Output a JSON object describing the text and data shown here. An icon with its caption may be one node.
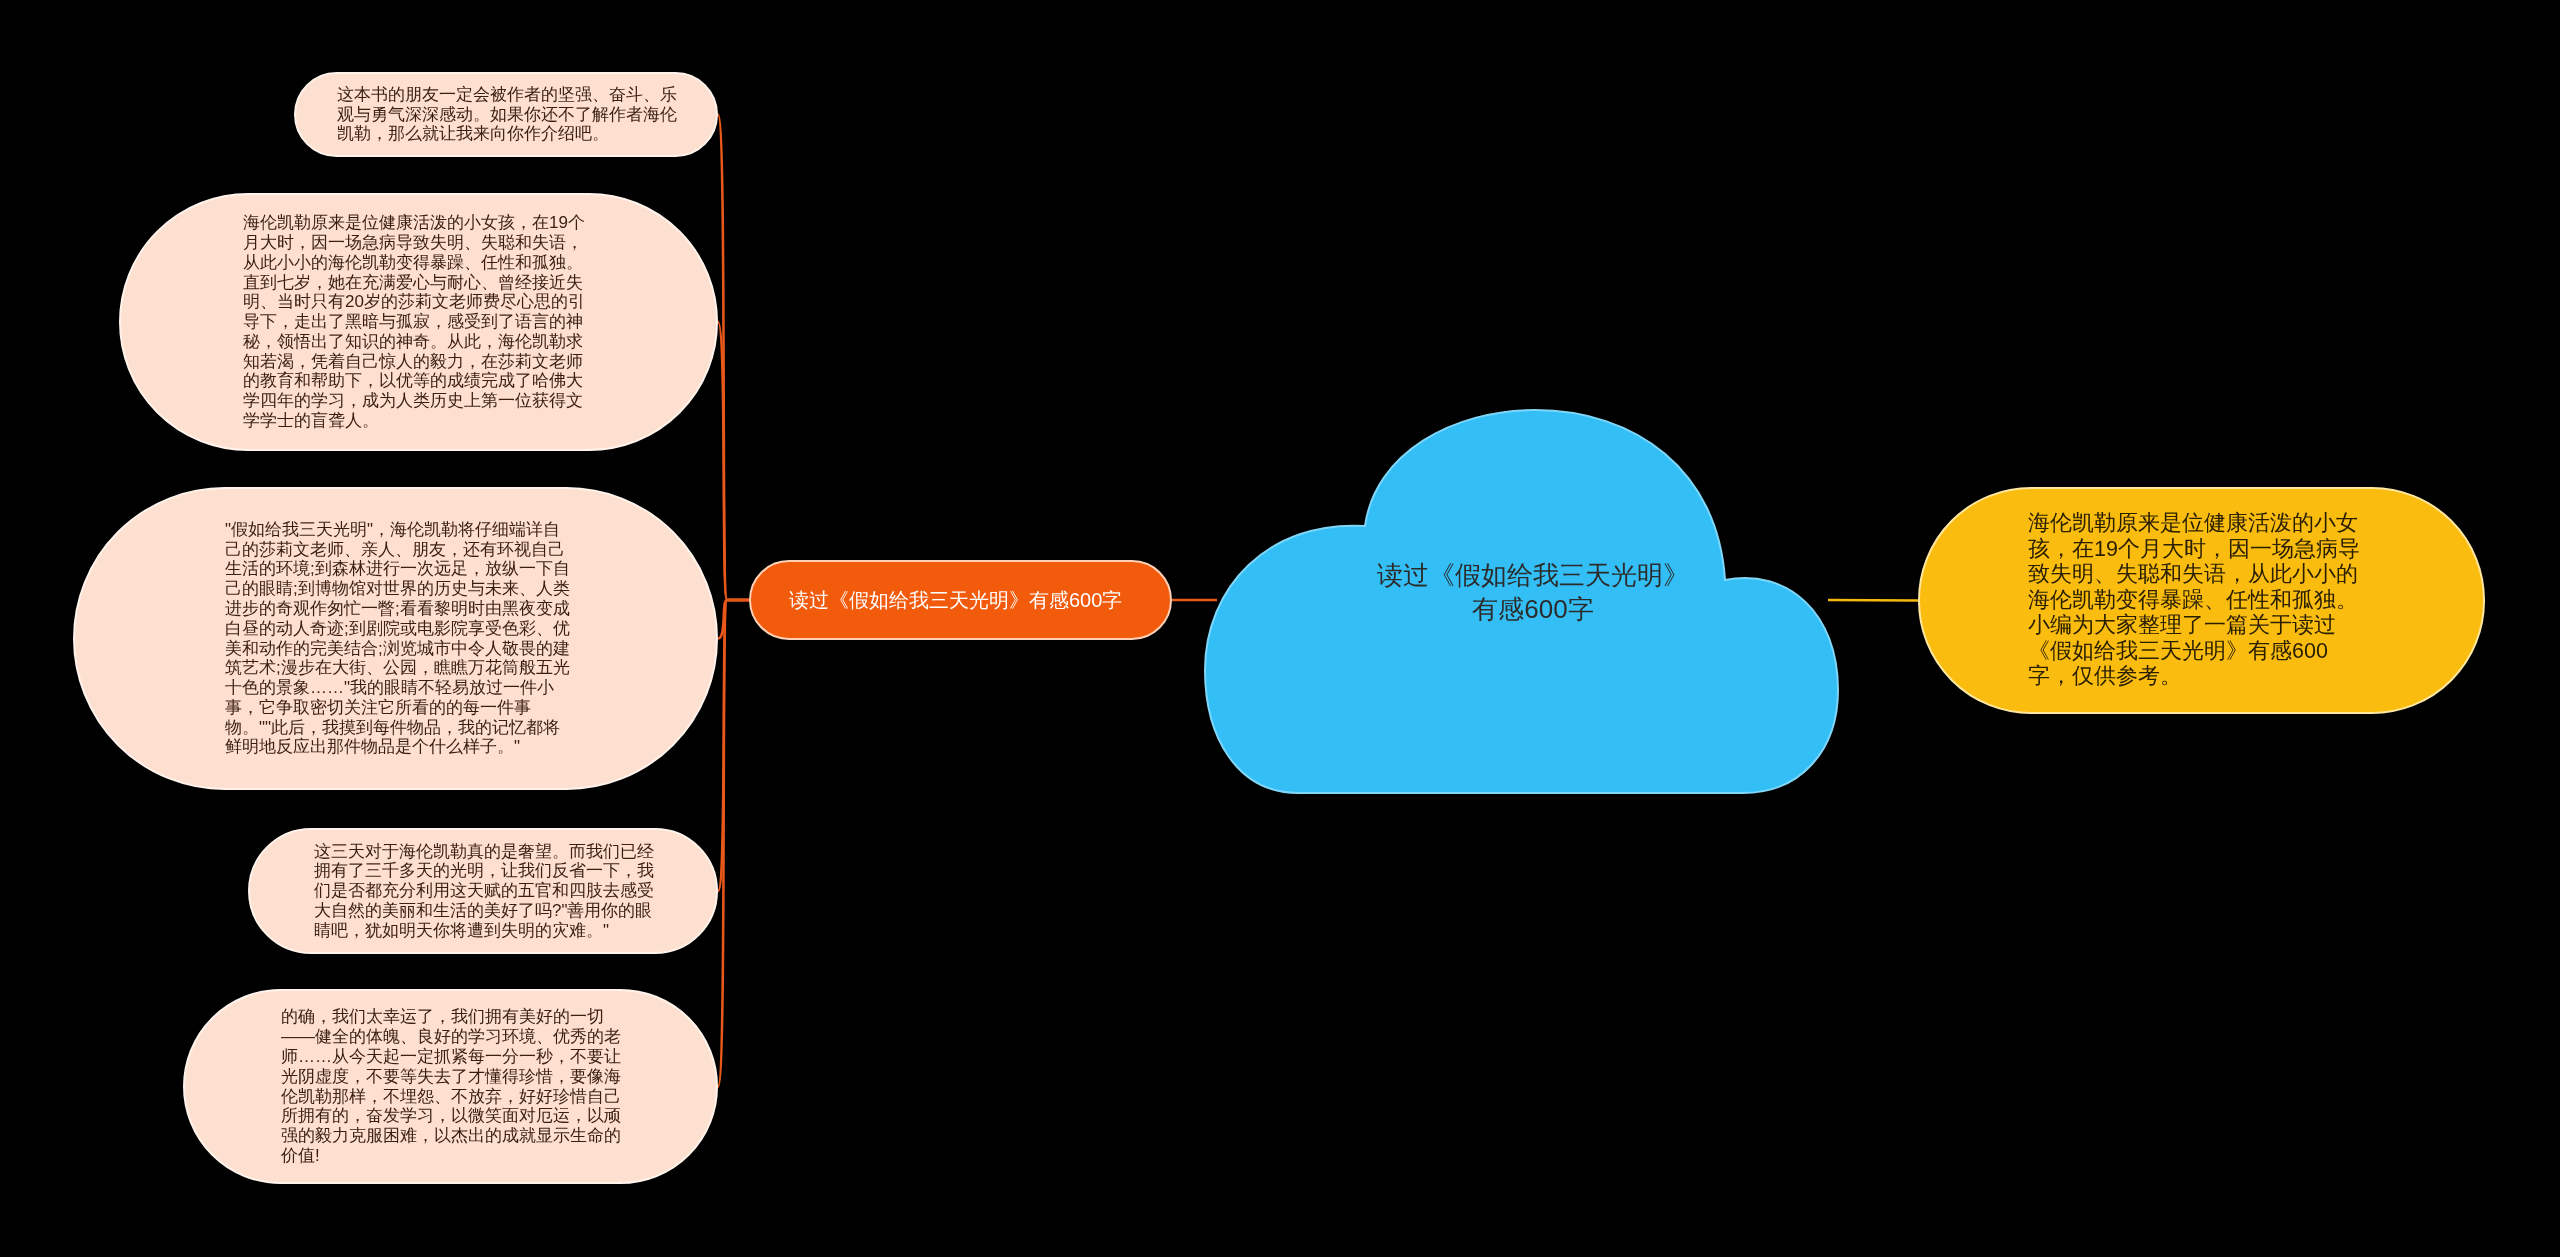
{
  "diagram": {
    "nodes": [
      {
        "text": [
          "读过《假如给我三天光明》有感600字"
        ]
      },
      {
        "text": [
          "读过《假如给我三天光明》有感600字"
        ]
      },
      {
        "text": [
          "这本书的朋友一定会被作者的坚强、奋斗、乐观与勇气深深感动。如果你还不了解作者海伦凯勒，那么就让我来向你作介绍吧。"
        ]
      },
      {
        "text": [
          "海伦凯勒原来是位健康活泼的小女孩，在19个月大时，因一场急病导致失明、失聪和失语，从此小小的海伦凯勒变得暴躁、任性和孤独。直到七岁，她在充满爱心与耐心、曾经接近失明、当时只有20岁的莎莉文老师费尽心思的引导下，走出了黑暗与孤寂，感受到了语言的神秘，领悟出了知识的神奇。从此，海伦凯勒求知若渴，凭着自己惊人的毅力，在莎莉文老师的教育和帮助下，以优等的成绩完成了哈佛大学四年的学习，成为人类历史上第一位获得文学学士的盲聋人。"
        ]
      },
      {
        "text": [
          "\"假如给我三天光明\"，海伦凯勒将仔细端详自己的莎莉文老师、亲人、朋友，还有环视自己生活的环境;到森林进行一次远足，放纵一下自己的眼睛;到博物馆对世界的历史与未来、人类进步的奇观作匆忙一瞥;看看黎明时由黑夜变成白昼的动人奇迹;到剧院或电影院享受色彩、优美和动作的完美结合;浏览城市中令人敬畏的建筑艺术;漫步在大街、公园，瞧瞧万花筒般五光十色的景象……\"我的眼睛不轻易放过一件小事，它争取密切关注它所看的的每一件事物。\"\"此后，我摸到每件物品，我的记忆都将鲜明地反应出那件物品是个什么样子。\""
        ]
      },
      {
        "text": [
          "这三天对于海伦凯勒真的是奢望。而我们已经拥有了三千多天的光明，让我们反省一下，我们是否都充分利用这天赋的五官和四肢去感受大自然的美丽和生活的美好了吗?\"善用你的眼睛吧，犹如明天你将遭到失明的灾难。\""
        ]
      },
      {
        "text": [
          "的确，我们太幸运了，我们拥有美好的一切——健全的体魄、良好的学习环境、优秀的老师……从今天起一定抓紧每一分一秒，不要让光阴虚度，不要等失去了才懂得珍惜，要像海伦凯勒那样，不埋怨、不放弃，好好珍惜自己所拥有的，奋发学习，以微笑面对厄运，以顽强的毅力克服困难，以杰出的成就显示生命的价值!"
        ]
      },
      {
        "text": [
          "海伦凯勒原来是位健康活泼的小女孩，在19个月大时，因一场急病导致失明、失聪和失语，从此小小的海伦凯勒变得暴躁、任性和孤独。小编为大家整理了一篇关于读过《假如给我三天光明》有感600字，仅供参考。"
        ]
      }
    ],
    "edges": [
      {
        "from": 0,
        "to": 1,
        "arrow": "none"
      },
      {
        "from": 1,
        "to": 2,
        "arrow": "none"
      },
      {
        "from": 1,
        "to": 3,
        "arrow": "none"
      },
      {
        "from": 1,
        "to": 4,
        "arrow": "none"
      },
      {
        "from": 1,
        "to": 5,
        "arrow": "none"
      },
      {
        "from": 1,
        "to": 6,
        "arrow": "none"
      },
      {
        "from": 0,
        "to": 7,
        "arrow": "none",
        "color": "#f5b80f"
      }
    ]
  }
}
